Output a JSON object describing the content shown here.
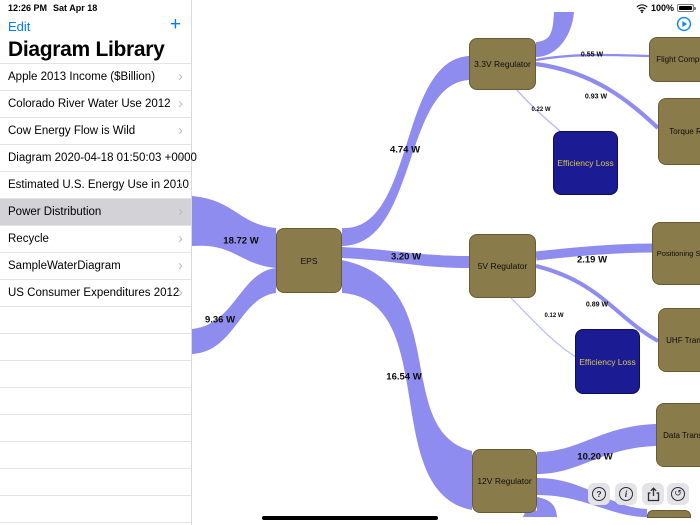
{
  "status_bar": {
    "time": "12:26 PM",
    "date": "Sat Apr 18",
    "battery_pct": "100%"
  },
  "sidebar": {
    "edit_label": "Edit",
    "add_label": "+",
    "title": "Diagram Library",
    "chevron": "›",
    "items": [
      {
        "label": "Apple 2013 Income ($Billion)",
        "selected": false
      },
      {
        "label": "Colorado River Water Use 2012",
        "selected": false
      },
      {
        "label": "Cow Energy Flow is Wild",
        "selected": false
      },
      {
        "label": "Diagram 2020-04-18 01:50:03 +0000",
        "selected": false
      },
      {
        "label": "Estimated U.S. Energy Use in 2010",
        "selected": false
      },
      {
        "label": "Power Distribution",
        "selected": true
      },
      {
        "label": "Recycle",
        "selected": false
      },
      {
        "label": "SampleWaterDiagram",
        "selected": false
      },
      {
        "label": "US Consumer Expenditures 2012",
        "selected": false
      }
    ]
  },
  "canvas": {
    "nodes": {
      "eps": "EPS",
      "reg33": "3.3V Regulator",
      "reg5": "5V Regulator",
      "reg12": "12V Regulator",
      "loss1": "Efficiency Loss",
      "loss2": "Efficiency Loss",
      "flight": "Flight Compu",
      "torque": "Torque R",
      "positioning": "Positioning Ser",
      "uhf": "UHF Trans",
      "data": "Data Transm"
    },
    "flow_labels": {
      "f_18_72": "18.72 W",
      "f_9_36": "9.36 W",
      "f_4_74": "4.74 W",
      "f_3_20": "3.20 W",
      "f_16_54": "16.54 W",
      "f_0_55": "0.55 W",
      "f_0_93": "0.93 W",
      "f_0_22": "0.22 W",
      "f_2_19": "2.19 W",
      "f_0_89": "0.89 W",
      "f_0_12": "0.12 W",
      "f_10_20": "10.20 W"
    },
    "toolbar": {
      "help": "?",
      "info": "i"
    }
  },
  "sankey": {
    "links": [
      {
        "source": "(offscreen left)",
        "target": "EPS",
        "value_w": 18.72,
        "label": "18.72 W"
      },
      {
        "source": "(offscreen left)",
        "target": "EPS",
        "value_w": 9.36,
        "label": "9.36 W"
      },
      {
        "source": "EPS",
        "target": "3.3V Regulator",
        "value_w": 4.74,
        "label": "4.74 W"
      },
      {
        "source": "EPS",
        "target": "5V Regulator",
        "value_w": 3.2,
        "label": "3.20 W"
      },
      {
        "source": "EPS",
        "target": "12V Regulator",
        "value_w": 16.54,
        "label": "16.54 W"
      },
      {
        "source": "3.3V Regulator",
        "target": "(offscreen top)",
        "value_w": null,
        "label": ""
      },
      {
        "source": "3.3V Regulator",
        "target": "Flight Compu",
        "value_w": 0.55,
        "label": "0.55 W"
      },
      {
        "source": "3.3V Regulator",
        "target": "Torque R",
        "value_w": 0.93,
        "label": "0.93 W"
      },
      {
        "source": "3.3V Regulator",
        "target": "Efficiency Loss",
        "value_w": 0.22,
        "label": "0.22 W"
      },
      {
        "source": "5V Regulator",
        "target": "Positioning Ser",
        "value_w": 2.19,
        "label": "2.19 W"
      },
      {
        "source": "5V Regulator",
        "target": "UHF Trans",
        "value_w": 0.89,
        "label": "0.89 W"
      },
      {
        "source": "5V Regulator",
        "target": "Efficiency Loss",
        "value_w": 0.12,
        "label": "0.12 W"
      },
      {
        "source": "12V Regulator",
        "target": "Data Transm",
        "value_w": 10.2,
        "label": "10.20 W"
      },
      {
        "source": "12V Regulator",
        "target": "(offscreen bottom)",
        "value_w": null,
        "label": ""
      }
    ]
  },
  "colors": {
    "flow": "#8f8cef",
    "node_khaki": "#8a7c4a",
    "node_navy": "#1b1b94",
    "node_navy_text": "#d9c83f",
    "ios_blue": "#007aff",
    "selected_row": "#d2d2d7"
  }
}
